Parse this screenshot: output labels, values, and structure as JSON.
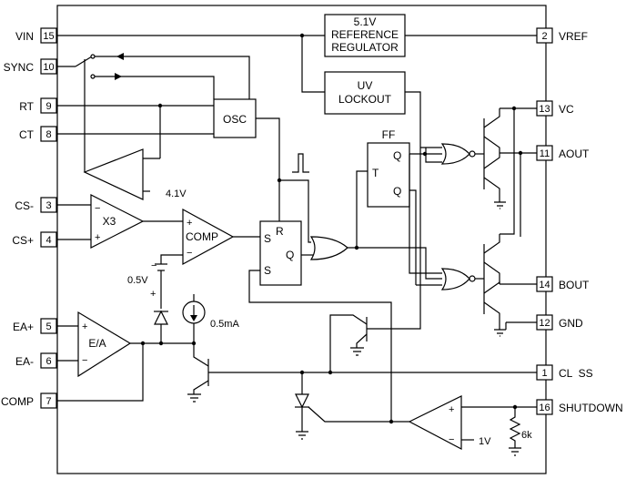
{
  "pins_left": [
    {
      "num": "15",
      "name": "VIN"
    },
    {
      "num": "10",
      "name": "SYNC"
    },
    {
      "num": "9",
      "name": "RT"
    },
    {
      "num": "8",
      "name": "CT"
    },
    {
      "num": "3",
      "name": "CS-"
    },
    {
      "num": "4",
      "name": "CS+"
    },
    {
      "num": "5",
      "name": "EA+"
    },
    {
      "num": "6",
      "name": "EA-"
    },
    {
      "num": "7",
      "name": "COMP"
    }
  ],
  "pins_right": [
    {
      "num": "2",
      "name": "VREF"
    },
    {
      "num": "13",
      "name": "VC"
    },
    {
      "num": "11",
      "name": "AOUT"
    },
    {
      "num": "14",
      "name": "BOUT"
    },
    {
      "num": "12",
      "name": "GND"
    },
    {
      "num": "1",
      "name": "CL  SS"
    },
    {
      "num": "16",
      "name": "SHUTDOWN"
    }
  ],
  "blocks": {
    "ref_line1": "5.1V",
    "ref_line2": "REFERENCE",
    "ref_line3": "REGULATOR",
    "uv_line1": "UV",
    "uv_line2": "LOCKOUT",
    "osc": "OSC",
    "ff_title": "FF",
    "ff_t": "T",
    "ff_q1": "Q",
    "ff_q2": "Q",
    "x3": "X3",
    "comp": "COMP",
    "latch_r": "R",
    "latch_s1": "S",
    "latch_q": "Q",
    "latch_s2": "S",
    "ea": "E/A"
  },
  "annotations": {
    "v41": "4.1V",
    "v05": "0.5V",
    "i05": "0.5mA",
    "v1": "1V",
    "r6k": "6k",
    "minus": "−",
    "plus": "+"
  }
}
